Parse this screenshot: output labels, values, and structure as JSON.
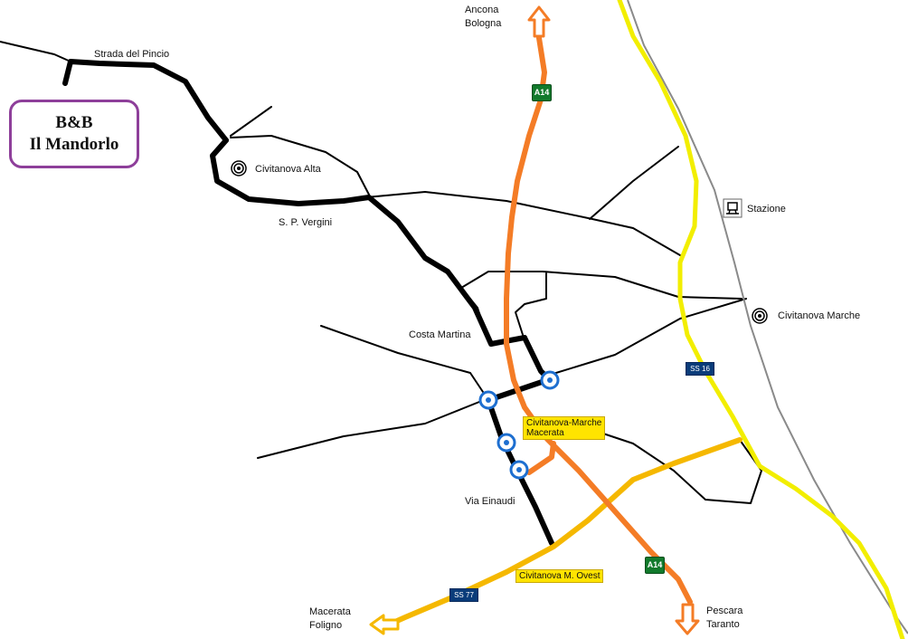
{
  "bnb": {
    "line1": "B&B",
    "line2": "Il Mandorlo"
  },
  "places": {
    "strada_pincio": "Strada del Pincio",
    "civitanova_alta": "Civitanova Alta",
    "sp_vergini": "S. P. Vergini",
    "stazione": "Stazione",
    "civitanova_marche": "Civitanova Marche",
    "costa_martina": "Costa Martina",
    "via_einaudi": "Via Einaudi"
  },
  "destinations": {
    "north_line1": "Ancona",
    "north_line2": "Bologna",
    "south_line1": "Pescara",
    "south_line2": "Taranto",
    "west_line1": "Macerata",
    "west_line2": "Foligno"
  },
  "exits": {
    "civitanova_macerata_line1": "Civitanova-Marche",
    "civitanova_macerata_line2": "Macerata",
    "civitanova_ovest": "Civitanova M. Ovest"
  },
  "shields": {
    "a14_north": "A14",
    "a14_south": "A14",
    "ss16": "SS 16",
    "ss77": "SS 77"
  },
  "colors": {
    "motorway": "#f47c26",
    "ss16": "#f2ee00",
    "ss77": "#f5b800",
    "main_road": "#000000",
    "railway": "#8a8a8a",
    "bnb_border": "#8e3f9a"
  }
}
